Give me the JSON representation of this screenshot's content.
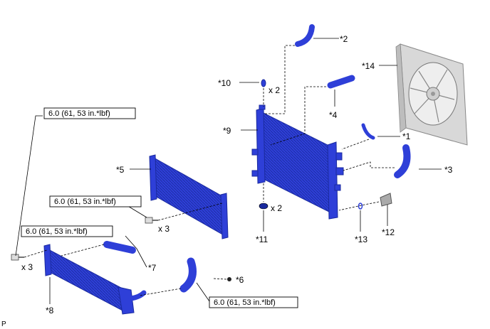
{
  "labels": {
    "p1": "*1",
    "p2": "*2",
    "p3": "*3",
    "p4": "*4",
    "p5": "*5",
    "p6": "*6",
    "p7": "*7",
    "p8": "*8",
    "p9": "*9",
    "p10": "*10",
    "p11": "*11",
    "p12": "*12",
    "p13": "*13",
    "p14": "*14"
  },
  "quantities": {
    "q10": "x 2",
    "q11": "x 2",
    "q5bolt": "x 3",
    "q8bolt": "x 3"
  },
  "torque": {
    "t1": "6.0 (61, 53 in.*lbf)",
    "t2": "6.0 (61, 53 in.*lbf)",
    "t3": "6.0 (61, 53 in.*lbf)",
    "t4": "6.0 (61, 53 in.*lbf)"
  },
  "corner_mark": "P",
  "colors": {
    "part_blue": "#2e3fd8",
    "part_dark": "#1a2a9e",
    "part_light": "#5b6cf0",
    "fan_gray": "#c9c9c9"
  }
}
